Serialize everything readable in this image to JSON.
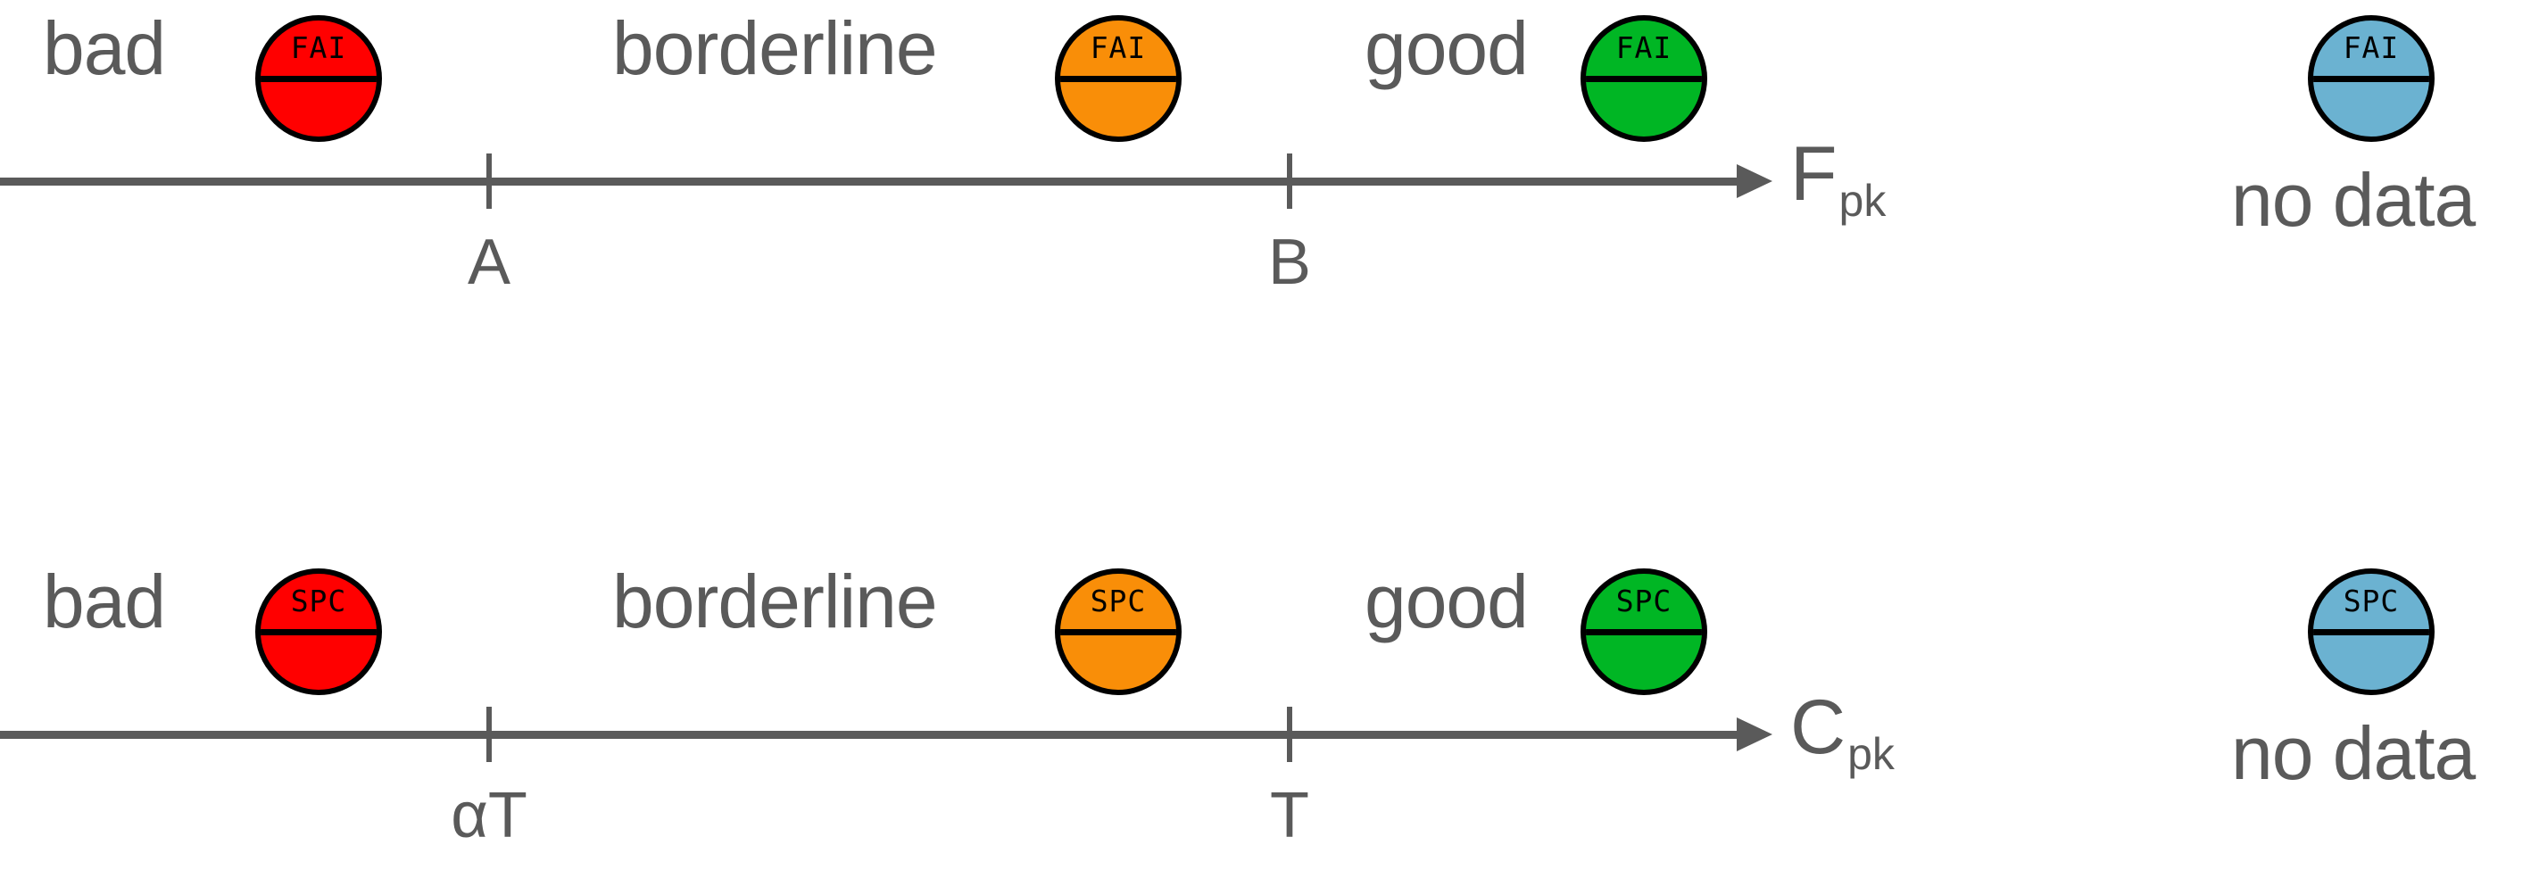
{
  "figure": {
    "title": "",
    "background_color": "#ffffff",
    "text_color": "#5a5a5a",
    "outline_color": "#000000"
  },
  "palette": {
    "bad": "#ff0000",
    "borderline": "#f98e08",
    "good": "#00b624",
    "no_data": "#6bb2d1"
  },
  "rows": [
    {
      "id": "fai-row",
      "badge_text": "FAI",
      "axis_name": "F",
      "axis_subscript": "pk",
      "zones": [
        {
          "label": "bad",
          "status": "bad",
          "color": "#ff0000"
        },
        {
          "label": "borderline",
          "status": "borderline",
          "color": "#f98e08"
        },
        {
          "label": "good",
          "status": "good",
          "color": "#00b624"
        }
      ],
      "ticks": [
        {
          "label": "A"
        },
        {
          "label": "B"
        }
      ],
      "no_data": {
        "label": "no data",
        "color": "#6bb2d1"
      }
    },
    {
      "id": "spc-row",
      "badge_text": "SPC",
      "axis_name": "C",
      "axis_subscript": "pk",
      "zones": [
        {
          "label": "bad",
          "status": "bad",
          "color": "#ff0000"
        },
        {
          "label": "borderline",
          "status": "borderline",
          "color": "#f98e08"
        },
        {
          "label": "good",
          "status": "good",
          "color": "#00b624"
        }
      ],
      "ticks": [
        {
          "label": "αT"
        },
        {
          "label": "T"
        }
      ],
      "no_data": {
        "label": "no data",
        "color": "#6bb2d1"
      }
    }
  ]
}
